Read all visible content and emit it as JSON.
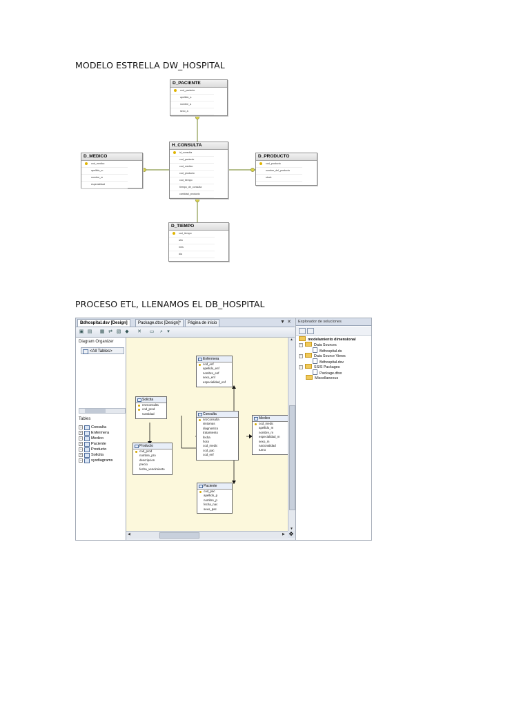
{
  "section1": {
    "heading": "MODELO ESTRELLA DW_HOSPITAL"
  },
  "star": {
    "paciente": {
      "title": "D_PACIENTE",
      "rows": [
        "cod_paciente",
        "apellido_a",
        "nombre_a",
        "sexo_a"
      ]
    },
    "medico": {
      "title": "D_MEDICO",
      "rows": [
        "cod_medico",
        "apellido_m",
        "nombre_m",
        "especialidad"
      ]
    },
    "consulta": {
      "title": "H_CONSULTA",
      "rows": [
        "id_consulta",
        "cod_paciente",
        "cod_medico",
        "cod_producto",
        "cod_tiempo",
        "tiempo_de_consulta",
        "cantidad_producto"
      ]
    },
    "producto": {
      "title": "D_PRODUCTO",
      "rows": [
        "cod_producto",
        "nombre_del_producto",
        "stock"
      ]
    },
    "tiempo": {
      "title": "D_TIEMPO",
      "rows": [
        "cod_tiempo",
        "año",
        "mes",
        "dia"
      ]
    }
  },
  "section2": {
    "heading": "PROCESO ETL, LLENAMOS EL DB_HOSPITAL"
  },
  "screenshot": {
    "tabs": [
      "Bdhospital.dsv [Design]",
      "Package.dtsx [Design]*",
      "Página de inicio"
    ],
    "window_controls": [
      "▼",
      "✕"
    ],
    "diagram_organizer_label": "Diagram Organizer",
    "all_tables_label": "<All Tables>",
    "tables_label": "Tables",
    "tables": [
      "Consulta",
      "Enfermera",
      "Medico",
      "Paciente",
      "Producto",
      "Solicita",
      "sysdiagrams"
    ],
    "diagram": {
      "enfermera": {
        "title": "Enfermera",
        "rows": [
          "cod_enf",
          "apellido_enf",
          "nombre_enf",
          "sexo_enf",
          "especialidad_enf"
        ]
      },
      "solicita": {
        "title": "Solicita",
        "rows": [
          "nroConsulta",
          "cod_prod",
          "Cantidad"
        ]
      },
      "consulta": {
        "title": "Consulta",
        "rows": [
          "nroConsulta",
          "sintomas",
          "diagnostico",
          "tratamiento",
          "fecha",
          "hora",
          "cod_medic",
          "cod_pac",
          "cod_enf"
        ]
      },
      "medico": {
        "title": "Medico",
        "rows": [
          "cod_medic",
          "apellido_m",
          "nombre_m",
          "especialidad_m",
          "sexo_m",
          "nacionalidad",
          "turno"
        ]
      },
      "producto": {
        "title": "Producto",
        "rows": [
          "cod_prod",
          "nombre_pro",
          "descripcion",
          "precio",
          "fecha_vencimiento"
        ]
      },
      "paciente": {
        "title": "Paciente",
        "rows": [
          "cod_pac",
          "apellido_p",
          "nombre_p",
          "fecha_nac",
          "sexo_pac"
        ]
      }
    },
    "solution_explorer": {
      "title": "Explorador de soluciones",
      "project": "modelamiento dimensional",
      "items": [
        "Data Sources",
        "Bdhospital.ds",
        "Data Source Views",
        "Bdhospital.dsv",
        "SSIS Packages",
        "Package.dtsx",
        "Miscellaneous"
      ]
    }
  }
}
